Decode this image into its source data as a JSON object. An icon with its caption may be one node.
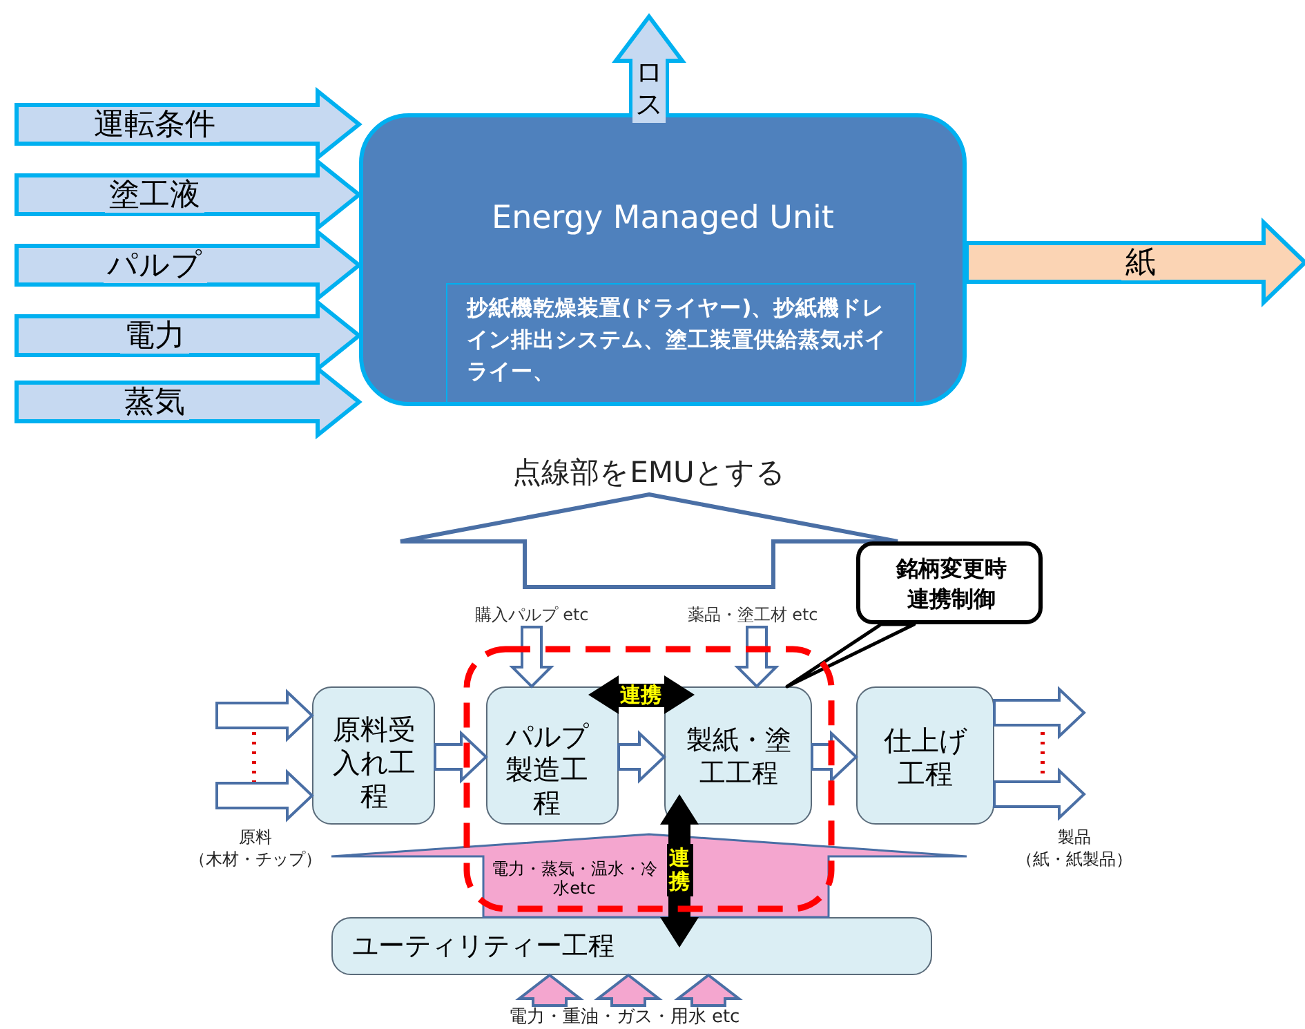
{
  "diagram": {
    "nodes": [
      {
        "text": [
          "Energy Managed Unit"
        ]
      },
      {
        "text": [
          "抄紙機乾燥装置(ドライヤー)、抄紙機ドレイン排出システム、塗工装置供給蒸気ボイライー、"
        ],
        "in": 0
      },
      {
        "text": [
          "原料受入れ工程"
        ]
      },
      {
        "text": [
          "パルプ製造工程"
        ]
      },
      {
        "text": [
          "製紙・塗工工程"
        ]
      },
      {
        "text": [
          "仕上げ工程"
        ]
      },
      {
        "text": [
          "銘柄変更時連携制御"
        ]
      },
      {
        "text": [
          "ユーティリティー工程"
        ]
      },
      {
        "text": [
          "購入パルプ etc"
        ]
      },
      {
        "text": [
          "薬品・塗工材 etc"
        ]
      }
    ],
    "edges": [
      {
        "from": null,
        "to": 0,
        "arrow": "to",
        "label": "運転条件",
        "color": "#c6d9f1"
      },
      {
        "from": null,
        "to": 0,
        "arrow": "to",
        "label": "塗工液",
        "color": "#c6d9f1"
      },
      {
        "from": null,
        "to": 0,
        "arrow": "to",
        "label": "パルプ",
        "color": "#c6d9f1"
      },
      {
        "from": null,
        "to": 0,
        "arrow": "to",
        "label": "電力",
        "color": "#c6d9f1"
      },
      {
        "from": null,
        "to": 0,
        "arrow": "to",
        "label": "蒸気",
        "color": "#c6d9f1"
      },
      {
        "from": 0,
        "to": null,
        "arrow": "to",
        "label": "ロス",
        "color": "#c6d9f1"
      },
      {
        "from": 0,
        "to": null,
        "arrow": "to",
        "label": "紙",
        "color": "#fbd4b4"
      },
      {
        "from": null,
        "to": 2,
        "arrow": "to"
      },
      {
        "from": null,
        "to": 2,
        "arrow": "to"
      },
      {
        "from": 2,
        "to": 3,
        "arrow": "to"
      },
      {
        "from": 3,
        "to": 4,
        "arrow": "to"
      },
      {
        "from": 4,
        "to": 5,
        "arrow": "to"
      },
      {
        "from": 5,
        "to": null,
        "arrow": "to"
      },
      {
        "from": 5,
        "to": null,
        "arrow": "to"
      },
      {
        "from": 8,
        "to": 3,
        "arrow": "to"
      },
      {
        "from": 9,
        "to": 4,
        "arrow": "to"
      },
      {
        "from": 3,
        "to": 4,
        "arrow": "both",
        "label": "連携",
        "color": "#000000"
      },
      {
        "from": 4,
        "to": 7,
        "arrow": "both",
        "label": "連携",
        "color": "#000000"
      },
      {
        "from": 6,
        "to": 4,
        "arrow": "none"
      },
      {
        "from": null,
        "to": 7,
        "arrow": "to",
        "color": "#f4a6cf"
      },
      {
        "from": null,
        "to": 7,
        "arrow": "to",
        "color": "#f4a6cf"
      },
      {
        "from": null,
        "to": 7,
        "arrow": "to",
        "color": "#f4a6cf"
      },
      {
        "from": 7,
        "to": null,
        "arrow": "to",
        "label": "電力・蒸気・温水・冷水etc",
        "color": "#f4a6cf"
      }
    ],
    "labels": [
      "点線部をEMUとする",
      "原料（木材・チップ）",
      "製品（紙・紙製品）",
      "電力・重油・ガス・用水 etc"
    ]
  }
}
